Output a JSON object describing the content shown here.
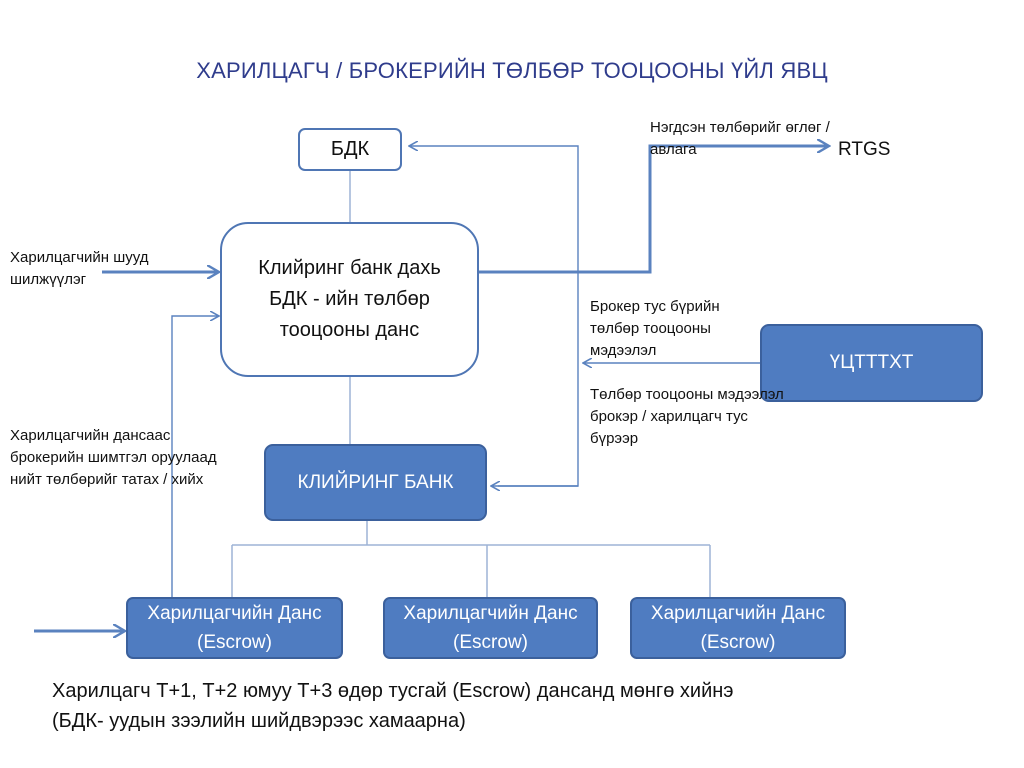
{
  "title": "ХАРИЛЦАГЧ / БРОКЕРИЙН ТӨЛБӨР ТООЦООНЫ ҮЙЛ ЯВЦ",
  "nodes": {
    "bdk": "БДК",
    "clearing_account": "Клийринг банк дахь БДК - ийн төлбөр тооцооны данс",
    "uctttkh": "ҮЦТТТХТ",
    "clearing_bank": "КЛИЙРИНГ БАНК",
    "escrow": [
      "Харилцагчийн Данс (Escrow)",
      "Харилцагчийн Данс (Escrow)",
      "Харилцагчийн Данс (Escrow)"
    ],
    "rtgs": "RTGS"
  },
  "labels": {
    "net_payment": "Нэгдсэн төлбөрийг өглөг / авлага",
    "direct_transfer": "Харилцагчийн шууд шилжүүлэг",
    "broker_info": "Брокер тус бүрийн төлбөр тооцооны мэдээлэл",
    "payment_info": "Төлбөр тооцооны мэдээлэл брокэр / харилцагч тус бүрээр",
    "fee_collect": "Харилцагчийн дансаас брокерийн шимтгэл оруулаад нийт төлбөрийг татах / хийх"
  },
  "footer": {
    "line1": "Харилцагч Т+1, Т+2 юмуу Т+3 өдөр тусгай (Escrow) дансанд мөнгө хийнэ",
    "line2": "(БДК- уудын зээлийн шийдвэрээс хамаарна)"
  },
  "colors": {
    "title": "#2f3c8c",
    "box_border": "#4f76b4",
    "box_fill_blue": "#4f7cc1",
    "arrow": "#5a82bf"
  }
}
